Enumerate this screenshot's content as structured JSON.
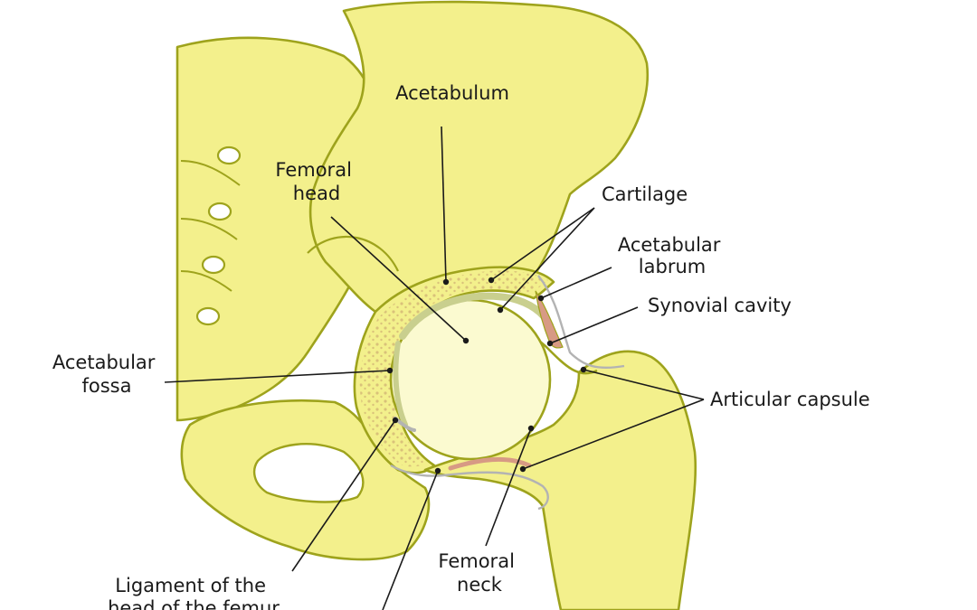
{
  "labels": {
    "acetabulum": "Acetabulum",
    "femoral_head": [
      "Femoral",
      "head"
    ],
    "cartilage": "Cartilage",
    "acetabular_labrum": [
      "Acetabular",
      "labrum"
    ],
    "synovial_cavity": "Synovial cavity",
    "acetabular_fossa": [
      "Acetabular",
      "fossa"
    ],
    "articular_capsule": "Articular capsule",
    "ligament_head_femur": [
      "Ligament of the",
      "head of the femur"
    ],
    "femoral_neck": [
      "Femoral",
      "neck"
    ]
  },
  "colors": {
    "bone_fill": "#f3f08c",
    "bone_outline": "#9ea31c",
    "femoral_head_fill": "#fbfad0",
    "cartilage": "#c9cf8e",
    "labrum": "#d79a84",
    "capsule": "#b3b3b3",
    "spongy_dots": "#d9c27a",
    "text": "#1a1a1a"
  }
}
